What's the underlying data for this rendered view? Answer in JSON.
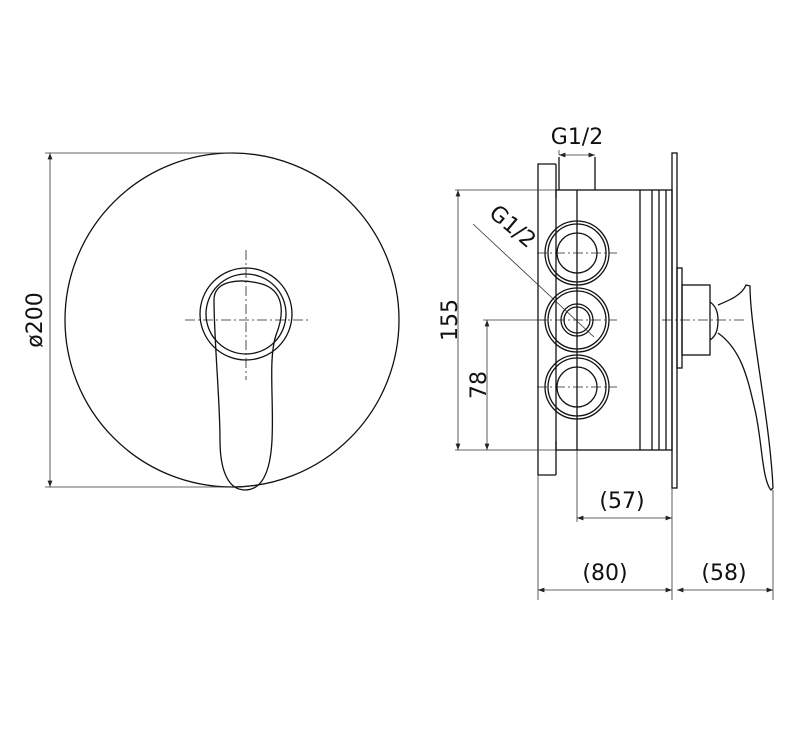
{
  "dimensions": {
    "diameter": "ø200",
    "height": "155",
    "center_height": "78",
    "depth_center": "(57)",
    "depth_box": "(80)",
    "lever_projection": "(58)",
    "outlet_top": "G1/2",
    "outlet_side": "G1/2"
  }
}
